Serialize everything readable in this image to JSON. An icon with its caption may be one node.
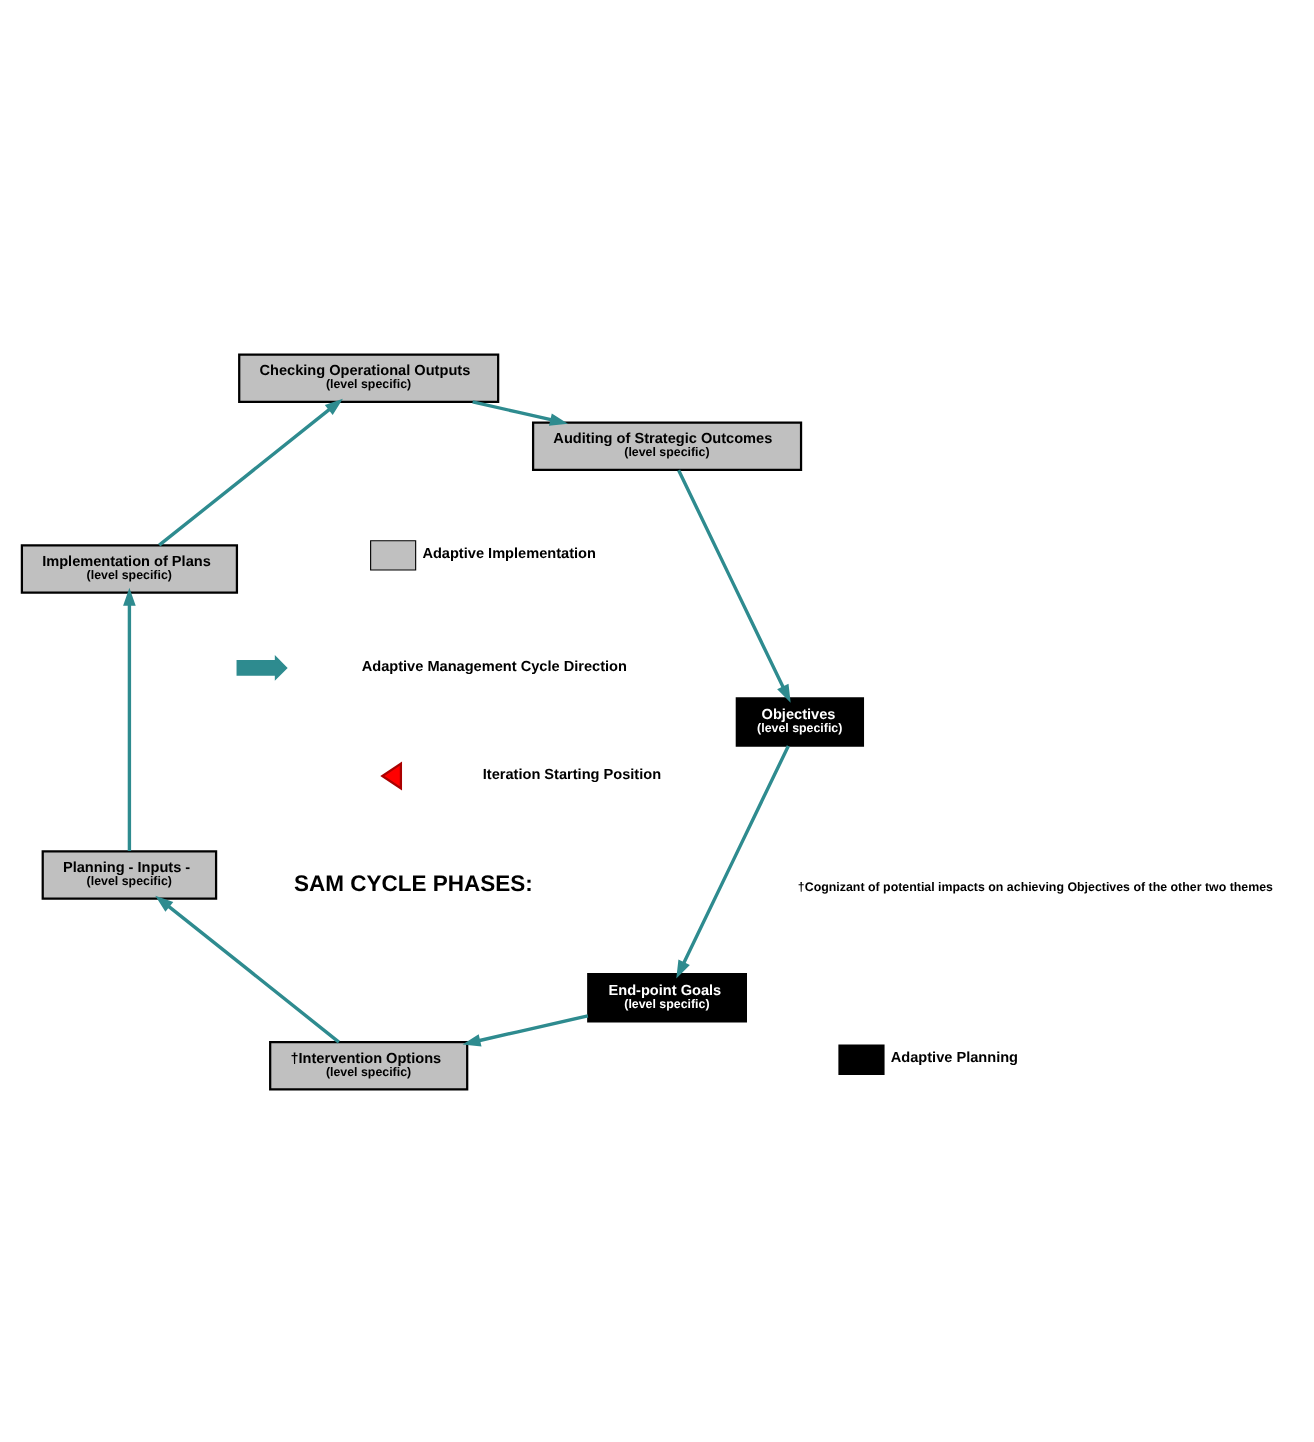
{
  "diagram": {
    "nodes": [
      {
        "text": [
          "End-point Goals",
          "(level specific)"
        ]
      },
      {
        "text": [
          "†Intervention Options",
          "(level specific)"
        ]
      },
      {
        "text": [
          "Planning - Inputs -",
          "(level specific)"
        ]
      },
      {
        "text": [
          "Implementation of Plans",
          "(level specific)"
        ]
      },
      {
        "text": [
          "Checking Operational Outputs",
          "(level specific)"
        ]
      },
      {
        "text": [
          "Auditing of Strategic Outcomes",
          "(level specific)"
        ]
      },
      {
        "text": [
          "Objectives",
          "(level specific)"
        ]
      }
    ],
    "edges": [
      {
        "from": 0,
        "to": 1,
        "arrow": "to"
      },
      {
        "from": 1,
        "to": 2,
        "arrow": "to"
      },
      {
        "from": 2,
        "to": 3,
        "arrow": "to"
      },
      {
        "from": 3,
        "to": 4,
        "arrow": "to"
      },
      {
        "from": 4,
        "to": 5,
        "arrow": "to"
      },
      {
        "from": 5,
        "to": 6,
        "arrow": "to"
      },
      {
        "from": 6,
        "to": 0,
        "arrow": "to"
      }
    ],
    "labels": [
      "†Cognizant of potential impacts on achieving Objectives of the other two themes",
      "SAM CYCLE PHASES:"
    ],
    "legend": [
      {
        "text": "Iteration Starting Position"
      },
      {
        "text": "Adaptive Management Cycle Direction"
      },
      {
        "text": "Adaptive Planning",
        "color": "#000000"
      },
      {
        "text": "Adaptive Implementation",
        "color": "#c0c0c0"
      }
    ]
  }
}
